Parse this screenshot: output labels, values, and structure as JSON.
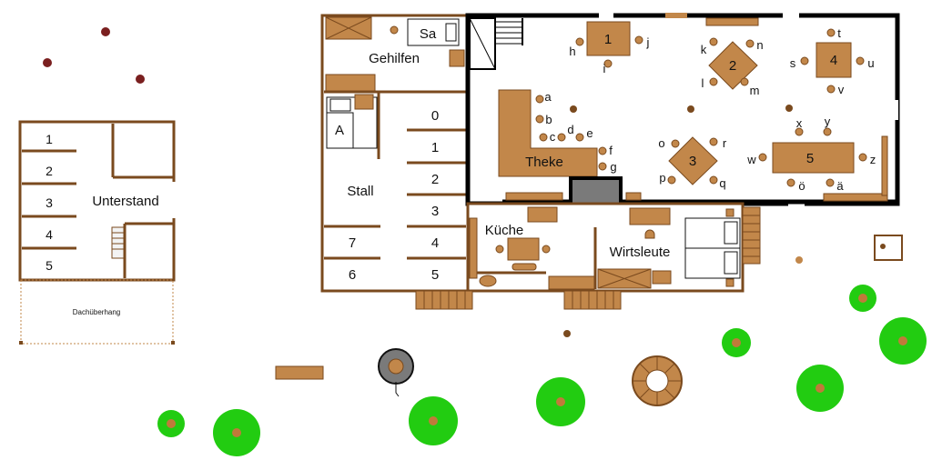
{
  "colors": {
    "wall": "#7a4a1e",
    "blackwall": "#000000",
    "wood": "#c2874a",
    "chair": "#c2874a",
    "tree_outer": "#22cc11",
    "tree_inner": "#c07a3a",
    "stove": "#7a7a7a",
    "berry": "#7a1f1f"
  },
  "shelter": {
    "title": "Unterstand",
    "stalls": [
      "1",
      "2",
      "3",
      "4",
      "5"
    ],
    "overhang": "Dachüberhang"
  },
  "stable": {
    "title": "Stall",
    "left_stalls": [
      "7",
      "6"
    ],
    "right_stalls": [
      "0",
      "1",
      "2",
      "3",
      "4",
      "5"
    ],
    "box_label": "A"
  },
  "helpers": {
    "title": "Gehilfen",
    "sa_label": "Sa"
  },
  "kitchen": {
    "title": "Küche"
  },
  "hosts": {
    "title": "Wirtsleute"
  },
  "bar": {
    "title": "Theke",
    "stools": [
      "a",
      "b",
      "c",
      "d",
      "e",
      "f",
      "g"
    ]
  },
  "tables": [
    {
      "number": "1",
      "seats": [
        "h",
        "i",
        "j"
      ]
    },
    {
      "number": "2",
      "seats": [
        "k",
        "l",
        "m",
        "n"
      ]
    },
    {
      "number": "3",
      "seats": [
        "o",
        "p",
        "q",
        "r"
      ]
    },
    {
      "number": "4",
      "seats": [
        "s",
        "t",
        "u",
        "v"
      ]
    },
    {
      "number": "5",
      "seats": [
        "w",
        "x",
        "y",
        "z",
        "ö",
        "ä"
      ]
    }
  ]
}
